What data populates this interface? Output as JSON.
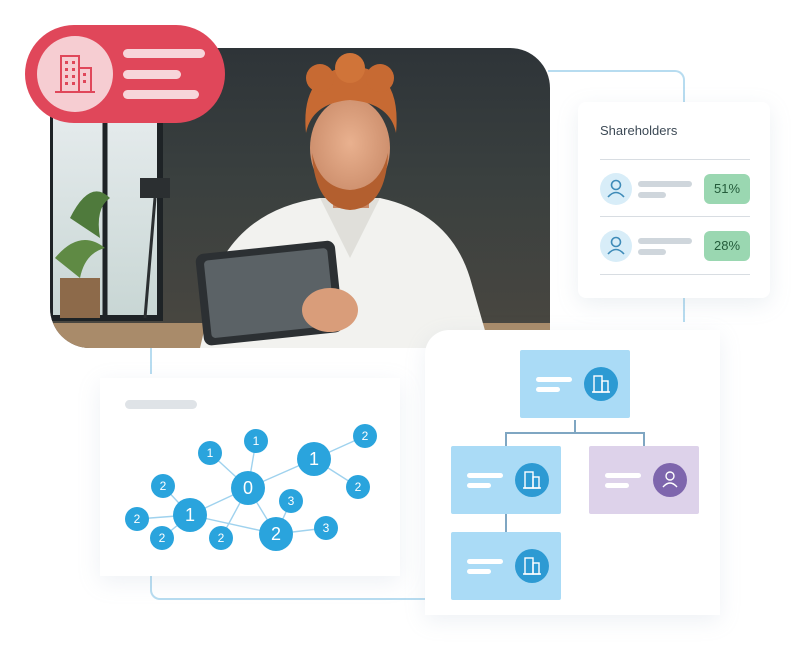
{
  "colors": {
    "badge": "#e0475a",
    "accent_blue": "#2aa4dd",
    "org_blue": "#aadbf6",
    "org_purple": "#ddd2ea",
    "percent_bg": "#9ad7b1"
  },
  "icons": {
    "badge": "building-icon",
    "avatar": "user-icon",
    "org_company": "building-icon",
    "org_person": "user-icon"
  },
  "shareholders": {
    "title": "Shareholders",
    "rows": [
      {
        "percent": "51%"
      },
      {
        "percent": "28%"
      }
    ]
  },
  "network": {
    "nodes": [
      {
        "label": "0"
      },
      {
        "label": "1"
      },
      {
        "label": "1"
      },
      {
        "label": "1"
      },
      {
        "label": "1"
      },
      {
        "label": "2"
      },
      {
        "label": "2"
      },
      {
        "label": "2"
      },
      {
        "label": "2"
      },
      {
        "label": "2"
      },
      {
        "label": "2"
      },
      {
        "label": "2"
      },
      {
        "label": "3"
      },
      {
        "label": "3"
      }
    ]
  }
}
